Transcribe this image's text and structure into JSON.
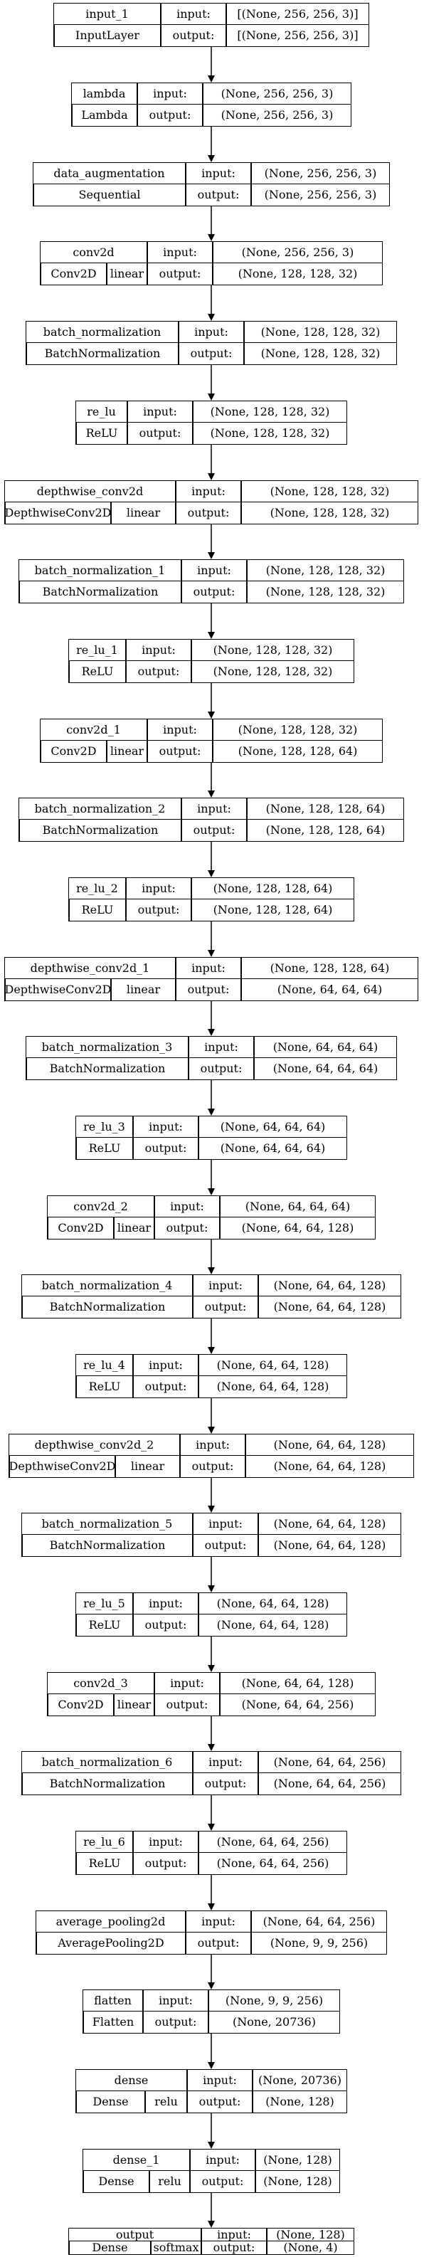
{
  "labels": {
    "input": "input:",
    "output": "output:"
  },
  "nodes": [
    {
      "name": "input_1",
      "type": "InputLayer",
      "act": "",
      "in": "[(None, 256, 256, 3)]",
      "out": "[(None, 256, 256, 3)]"
    },
    {
      "name": "lambda",
      "type": "Lambda",
      "act": "",
      "in": "(None, 256, 256, 3)",
      "out": "(None, 256, 256, 3)"
    },
    {
      "name": "data_augmentation",
      "type": "Sequential",
      "act": "",
      "in": "(None, 256, 256, 3)",
      "out": "(None, 256, 256, 3)"
    },
    {
      "name": "conv2d",
      "type": "Conv2D",
      "act": "linear",
      "in": "(None, 256, 256, 3)",
      "out": "(None, 128, 128, 32)"
    },
    {
      "name": "batch_normalization",
      "type": "BatchNormalization",
      "act": "",
      "in": "(None, 128, 128, 32)",
      "out": "(None, 128, 128, 32)"
    },
    {
      "name": "re_lu",
      "type": "ReLU",
      "act": "",
      "in": "(None, 128, 128, 32)",
      "out": "(None, 128, 128, 32)"
    },
    {
      "name": "depthwise_conv2d",
      "type": "DepthwiseConv2D",
      "act": "linear",
      "in": "(None, 128, 128, 32)",
      "out": "(None, 128, 128, 32)"
    },
    {
      "name": "batch_normalization_1",
      "type": "BatchNormalization",
      "act": "",
      "in": "(None, 128, 128, 32)",
      "out": "(None, 128, 128, 32)"
    },
    {
      "name": "re_lu_1",
      "type": "ReLU",
      "act": "",
      "in": "(None, 128, 128, 32)",
      "out": "(None, 128, 128, 32)"
    },
    {
      "name": "conv2d_1",
      "type": "Conv2D",
      "act": "linear",
      "in": "(None, 128, 128, 32)",
      "out": "(None, 128, 128, 64)"
    },
    {
      "name": "batch_normalization_2",
      "type": "BatchNormalization",
      "act": "",
      "in": "(None, 128, 128, 64)",
      "out": "(None, 128, 128, 64)"
    },
    {
      "name": "re_lu_2",
      "type": "ReLU",
      "act": "",
      "in": "(None, 128, 128, 64)",
      "out": "(None, 128, 128, 64)"
    },
    {
      "name": "depthwise_conv2d_1",
      "type": "DepthwiseConv2D",
      "act": "linear",
      "in": "(None, 128, 128, 64)",
      "out": "(None, 64, 64, 64)"
    },
    {
      "name": "batch_normalization_3",
      "type": "BatchNormalization",
      "act": "",
      "in": "(None, 64, 64, 64)",
      "out": "(None, 64, 64, 64)"
    },
    {
      "name": "re_lu_3",
      "type": "ReLU",
      "act": "",
      "in": "(None, 64, 64, 64)",
      "out": "(None, 64, 64, 64)"
    },
    {
      "name": "conv2d_2",
      "type": "Conv2D",
      "act": "linear",
      "in": "(None, 64, 64, 64)",
      "out": "(None, 64, 64, 128)"
    },
    {
      "name": "batch_normalization_4",
      "type": "BatchNormalization",
      "act": "",
      "in": "(None, 64, 64, 128)",
      "out": "(None, 64, 64, 128)"
    },
    {
      "name": "re_lu_4",
      "type": "ReLU",
      "act": "",
      "in": "(None, 64, 64, 128)",
      "out": "(None, 64, 64, 128)"
    },
    {
      "name": "depthwise_conv2d_2",
      "type": "DepthwiseConv2D",
      "act": "linear",
      "in": "(None, 64, 64, 128)",
      "out": "(None, 64, 64, 128)"
    },
    {
      "name": "batch_normalization_5",
      "type": "BatchNormalization",
      "act": "",
      "in": "(None, 64, 64, 128)",
      "out": "(None, 64, 64, 128)"
    },
    {
      "name": "re_lu_5",
      "type": "ReLU",
      "act": "",
      "in": "(None, 64, 64, 128)",
      "out": "(None, 64, 64, 128)"
    },
    {
      "name": "conv2d_3",
      "type": "Conv2D",
      "act": "linear",
      "in": "(None, 64, 64, 128)",
      "out": "(None, 64, 64, 256)"
    },
    {
      "name": "batch_normalization_6",
      "type": "BatchNormalization",
      "act": "",
      "in": "(None, 64, 64, 256)",
      "out": "(None, 64, 64, 256)"
    },
    {
      "name": "re_lu_6",
      "type": "ReLU",
      "act": "",
      "in": "(None, 64, 64, 256)",
      "out": "(None, 64, 64, 256)"
    },
    {
      "name": "average_pooling2d",
      "type": "AveragePooling2D",
      "act": "",
      "in": "(None, 64, 64, 256)",
      "out": "(None, 9, 9, 256)"
    },
    {
      "name": "flatten",
      "type": "Flatten",
      "act": "",
      "in": "(None, 9, 9, 256)",
      "out": "(None, 20736)"
    },
    {
      "name": "dense",
      "type": "Dense",
      "act": "relu",
      "in": "(None, 20736)",
      "out": "(None, 128)"
    },
    {
      "name": "dense_1",
      "type": "Dense",
      "act": "relu",
      "in": "(None, 128)",
      "out": "(None, 128)"
    },
    {
      "name": "output",
      "type": "Dense",
      "act": "softmax",
      "in": "(None, 128)",
      "out": "(None, 4)"
    }
  ]
}
